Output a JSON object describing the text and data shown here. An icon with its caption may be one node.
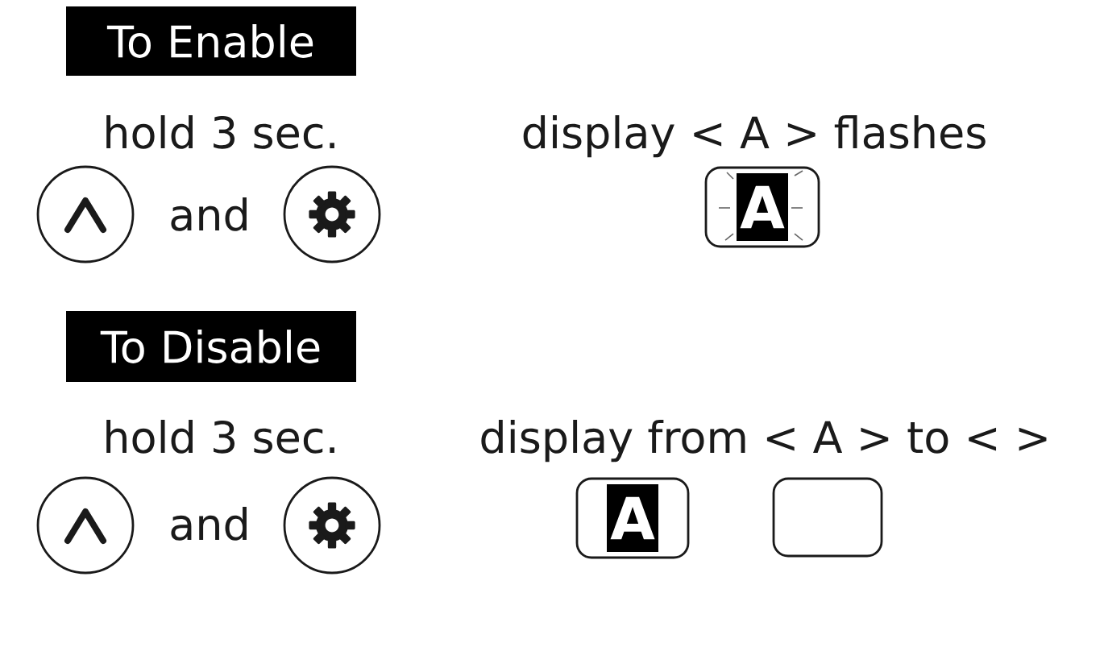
{
  "diagram": {
    "nodes": [
      {
        "text": [
          "To Enable"
        ]
      },
      {
        "text": [
          "A"
        ]
      },
      {
        "text": [
          "To Disable"
        ]
      },
      {
        "text": [
          "A"
        ]
      },
      {
        "text": [],
        "shape": "box"
      }
    ],
    "labels": [
      "hold 3 sec.",
      "display < A > flashes",
      "and",
      "hold 3 sec.",
      "display from < A > to < >",
      "and"
    ]
  }
}
